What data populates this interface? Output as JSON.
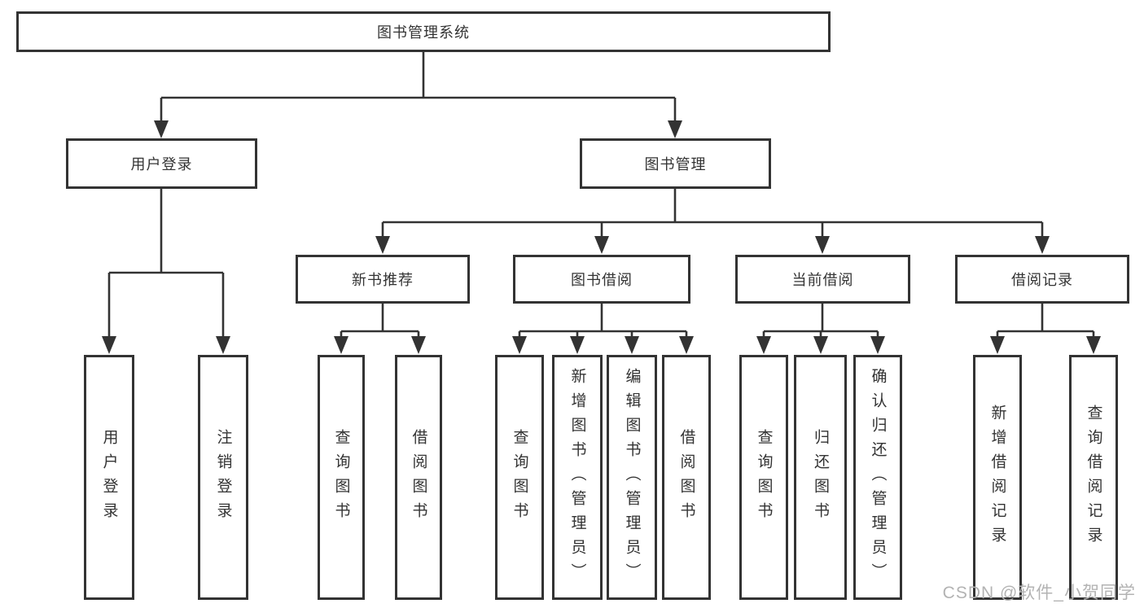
{
  "colors": {
    "line": "#333333",
    "box_bg": "#ffffff",
    "text": "#333333",
    "watermark": "#b3b3b3"
  },
  "nodes": {
    "root": "图书管理系统",
    "user_login": "用户登录",
    "book_management": "图书管理",
    "new_book_recommend": "新书推荐",
    "book_borrowing": "图书借阅",
    "current_borrowing": "当前借阅",
    "borrowing_records": "借阅记录",
    "leaf_user_login": "用户登录",
    "leaf_logout": "注销登录",
    "leaf_nb_query_books": "查询图书",
    "leaf_nb_borrow_books": "借阅图书",
    "leaf_bb_query_books": "查询图书",
    "leaf_bb_add_books_admin": "新增图书（管理员）",
    "leaf_bb_edit_books_admin": "编辑图书（管理员）",
    "leaf_bb_borrow_books": "借阅图书",
    "leaf_cb_query_books": "查询图书",
    "leaf_cb_return_books": "归还图书",
    "leaf_cb_confirm_return_admin": "确认归还（管理员）",
    "leaf_br_add_record": "新增借阅记录",
    "leaf_br_query_record": "查询借阅记录"
  },
  "watermark": "CSDN @软件_小贺同学"
}
